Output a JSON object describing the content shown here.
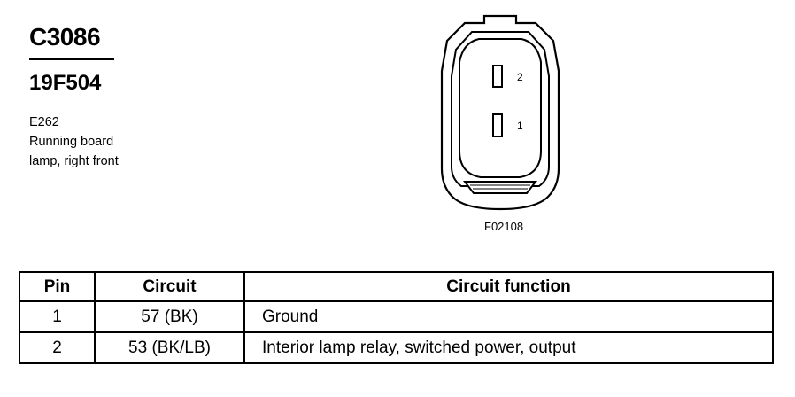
{
  "connector": {
    "id": "C3086",
    "part_number": "19F504",
    "description_lines": [
      "E262",
      "Running board",
      "lamp, right front"
    ]
  },
  "figure": {
    "id": "F02108",
    "pins": [
      {
        "number": "2"
      },
      {
        "number": "1"
      }
    ]
  },
  "table": {
    "headers": {
      "pin": "Pin",
      "circuit": "Circuit",
      "function": "Circuit function"
    },
    "rows": [
      {
        "pin": "1",
        "circuit": "57 (BK)",
        "function": "Ground"
      },
      {
        "pin": "2",
        "circuit": "53 (BK/LB)",
        "function": "Interior lamp relay, switched power, output"
      }
    ]
  }
}
